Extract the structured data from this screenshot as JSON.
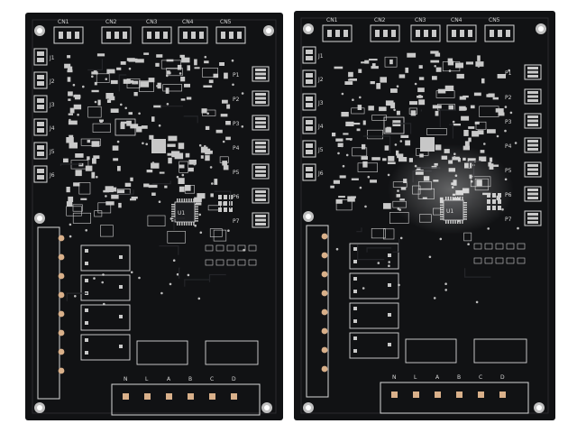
{
  "photo": {
    "board_color": "#111214",
    "silkscreen_color": "#d8d8d8",
    "pad_color": "#c9c9c9",
    "background_color": "#ffffff"
  },
  "boards": [
    {
      "top_labels": [
        "CN1",
        "CN2",
        "CN3",
        "CN4",
        "CN5"
      ],
      "left_labels": [
        "J1",
        "J2",
        "J3",
        "J4",
        "J5",
        "J6"
      ],
      "right_labels": [
        "P1",
        "P2",
        "P3",
        "P4",
        "P5",
        "P6",
        "P7"
      ],
      "bottom_labels": [
        "N",
        "L",
        "A",
        "B",
        "C",
        "D"
      ],
      "chip_label": "U1"
    },
    {
      "top_labels": [
        "CN1",
        "CN2",
        "CN3",
        "CN4",
        "CN5"
      ],
      "left_labels": [
        "J1",
        "J2",
        "J3",
        "J4",
        "J5",
        "J6"
      ],
      "right_labels": [
        "P1",
        "P2",
        "P3",
        "P4",
        "P5",
        "P6",
        "P7"
      ],
      "bottom_labels": [
        "N",
        "L",
        "A",
        "B",
        "C",
        "D"
      ],
      "chip_label": "U1"
    }
  ]
}
